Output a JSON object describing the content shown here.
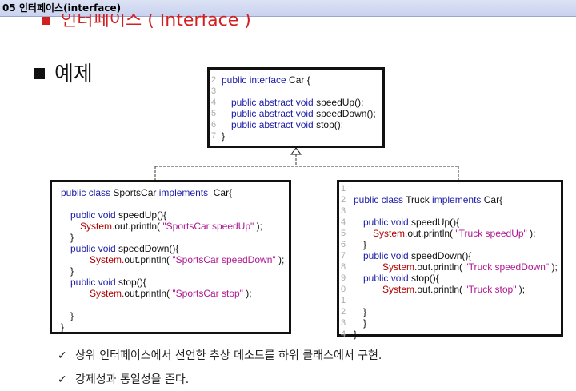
{
  "window": {
    "title": "05 인터페이스(interface)"
  },
  "slide": {
    "heading": "인터페이스 ( Interface )",
    "example_label": "예제",
    "interface_code": [
      {
        "n": "2",
        "parts": [
          {
            "c": "kw",
            "t": "public interface "
          },
          {
            "c": "tx",
            "t": "Car {"
          }
        ],
        "indent": 0
      },
      {
        "n": "3",
        "parts": [],
        "indent": 0
      },
      {
        "n": "4",
        "parts": [
          {
            "c": "kw",
            "t": "public abstract void "
          },
          {
            "c": "tx",
            "t": "speedUp();"
          }
        ],
        "indent": 1
      },
      {
        "n": "5",
        "parts": [
          {
            "c": "kw",
            "t": "public abstract void "
          },
          {
            "c": "tx",
            "t": "speedDown();"
          }
        ],
        "indent": 1
      },
      {
        "n": "6",
        "parts": [
          {
            "c": "kw",
            "t": "public abstract void "
          },
          {
            "c": "tx",
            "t": "stop();"
          }
        ],
        "indent": 1
      },
      {
        "n": "7",
        "parts": [
          {
            "c": "tx",
            "t": "}"
          }
        ],
        "indent": 0
      }
    ],
    "sportscar_code": [
      {
        "n": "",
        "parts": [
          {
            "c": "kw",
            "t": "public class "
          },
          {
            "c": "tx",
            "t": "SportsCar "
          },
          {
            "c": "kw",
            "t": "implements "
          },
          {
            "c": "tx",
            "t": " Car{"
          }
        ],
        "indent": 0
      },
      {
        "n": "",
        "parts": [],
        "indent": 0
      },
      {
        "n": "",
        "parts": [
          {
            "c": "kw",
            "t": "public void "
          },
          {
            "c": "tx",
            "t": "speedUp(){"
          }
        ],
        "indent": 1
      },
      {
        "n": "",
        "parts": [
          {
            "c": "sy",
            "t": "System."
          },
          {
            "c": "tx",
            "t": "out.println( "
          },
          {
            "c": "st",
            "t": "\"SportsCar speedUp\""
          },
          {
            "c": "tx",
            "t": " );"
          }
        ],
        "indent": 2
      },
      {
        "n": "",
        "parts": [
          {
            "c": "tx",
            "t": "}"
          }
        ],
        "indent": 1
      },
      {
        "n": "",
        "parts": [
          {
            "c": "kw",
            "t": "public void "
          },
          {
            "c": "tx",
            "t": "speedDown(){"
          }
        ],
        "indent": 1
      },
      {
        "n": "",
        "parts": [
          {
            "c": "sy",
            "t": "System."
          },
          {
            "c": "tx",
            "t": "out.println( "
          },
          {
            "c": "st",
            "t": "\"SportsCar speedDown\""
          },
          {
            "c": "tx",
            "t": " );"
          }
        ],
        "indent": 3
      },
      {
        "n": "",
        "parts": [
          {
            "c": "tx",
            "t": "}"
          }
        ],
        "indent": 1
      },
      {
        "n": "",
        "parts": [
          {
            "c": "kw",
            "t": "public void "
          },
          {
            "c": "tx",
            "t": "stop(){"
          }
        ],
        "indent": 1
      },
      {
        "n": "",
        "parts": [
          {
            "c": "sy",
            "t": "System."
          },
          {
            "c": "tx",
            "t": "out.println( "
          },
          {
            "c": "st",
            "t": "\"SportsCar stop\""
          },
          {
            "c": "tx",
            "t": " );"
          }
        ],
        "indent": 3
      },
      {
        "n": "",
        "parts": [],
        "indent": 0
      },
      {
        "n": "",
        "parts": [
          {
            "c": "tx",
            "t": "}"
          }
        ],
        "indent": 1
      },
      {
        "n": "",
        "parts": [
          {
            "c": "tx",
            "t": "}"
          }
        ],
        "indent": 0
      }
    ],
    "truck_code": [
      {
        "n": "1",
        "parts": [],
        "indent": 0
      },
      {
        "n": "2",
        "parts": [
          {
            "c": "kw",
            "t": "public class "
          },
          {
            "c": "tx",
            "t": "Truck "
          },
          {
            "c": "kw",
            "t": "implements "
          },
          {
            "c": "tx",
            "t": "Car{"
          }
        ],
        "indent": 0
      },
      {
        "n": "3",
        "parts": [],
        "indent": 0
      },
      {
        "n": "4",
        "parts": [
          {
            "c": "kw",
            "t": "public void "
          },
          {
            "c": "tx",
            "t": "speedUp(){"
          }
        ],
        "indent": 1
      },
      {
        "n": "5",
        "parts": [
          {
            "c": "sy",
            "t": "System."
          },
          {
            "c": "tx",
            "t": "out.println( "
          },
          {
            "c": "st",
            "t": "\"Truck speedUp\""
          },
          {
            "c": "tx",
            "t": " );"
          }
        ],
        "indent": 2
      },
      {
        "n": "6",
        "parts": [
          {
            "c": "tx",
            "t": "}"
          }
        ],
        "indent": 1
      },
      {
        "n": "7",
        "parts": [
          {
            "c": "kw",
            "t": "public void "
          },
          {
            "c": "tx",
            "t": "speedDown(){"
          }
        ],
        "indent": 1
      },
      {
        "n": "8",
        "parts": [
          {
            "c": "sy",
            "t": "System."
          },
          {
            "c": "tx",
            "t": "out.println( "
          },
          {
            "c": "st",
            "t": "\"Truck speedDown\""
          },
          {
            "c": "tx",
            "t": " );"
          }
        ],
        "indent": 3
      },
      {
        "n": "9",
        "parts": [
          {
            "c": "kw",
            "t": "public void "
          },
          {
            "c": "tx",
            "t": "stop(){"
          }
        ],
        "indent": 1
      },
      {
        "n": "0",
        "parts": [
          {
            "c": "sy",
            "t": "System."
          },
          {
            "c": "tx",
            "t": "out.println( "
          },
          {
            "c": "st",
            "t": "\"Truck stop\""
          },
          {
            "c": "tx",
            "t": " );"
          }
        ],
        "indent": 3
      },
      {
        "n": "1",
        "parts": [],
        "indent": 0
      },
      {
        "n": "2",
        "parts": [
          {
            "c": "tx",
            "t": "}"
          }
        ],
        "indent": 1
      },
      {
        "n": "3",
        "parts": [
          {
            "c": "tx",
            "t": "}"
          }
        ],
        "indent": 1
      },
      {
        "n": "4",
        "parts": [
          {
            "c": "tx",
            "t": "}"
          }
        ],
        "indent": 0
      }
    ],
    "checks": [
      "상위 인터페이스에서 선언한 추상 메소드를 하위 클래스에서 구현.",
      "강제성과 통일성을 준다."
    ],
    "check_mark": "✓"
  }
}
